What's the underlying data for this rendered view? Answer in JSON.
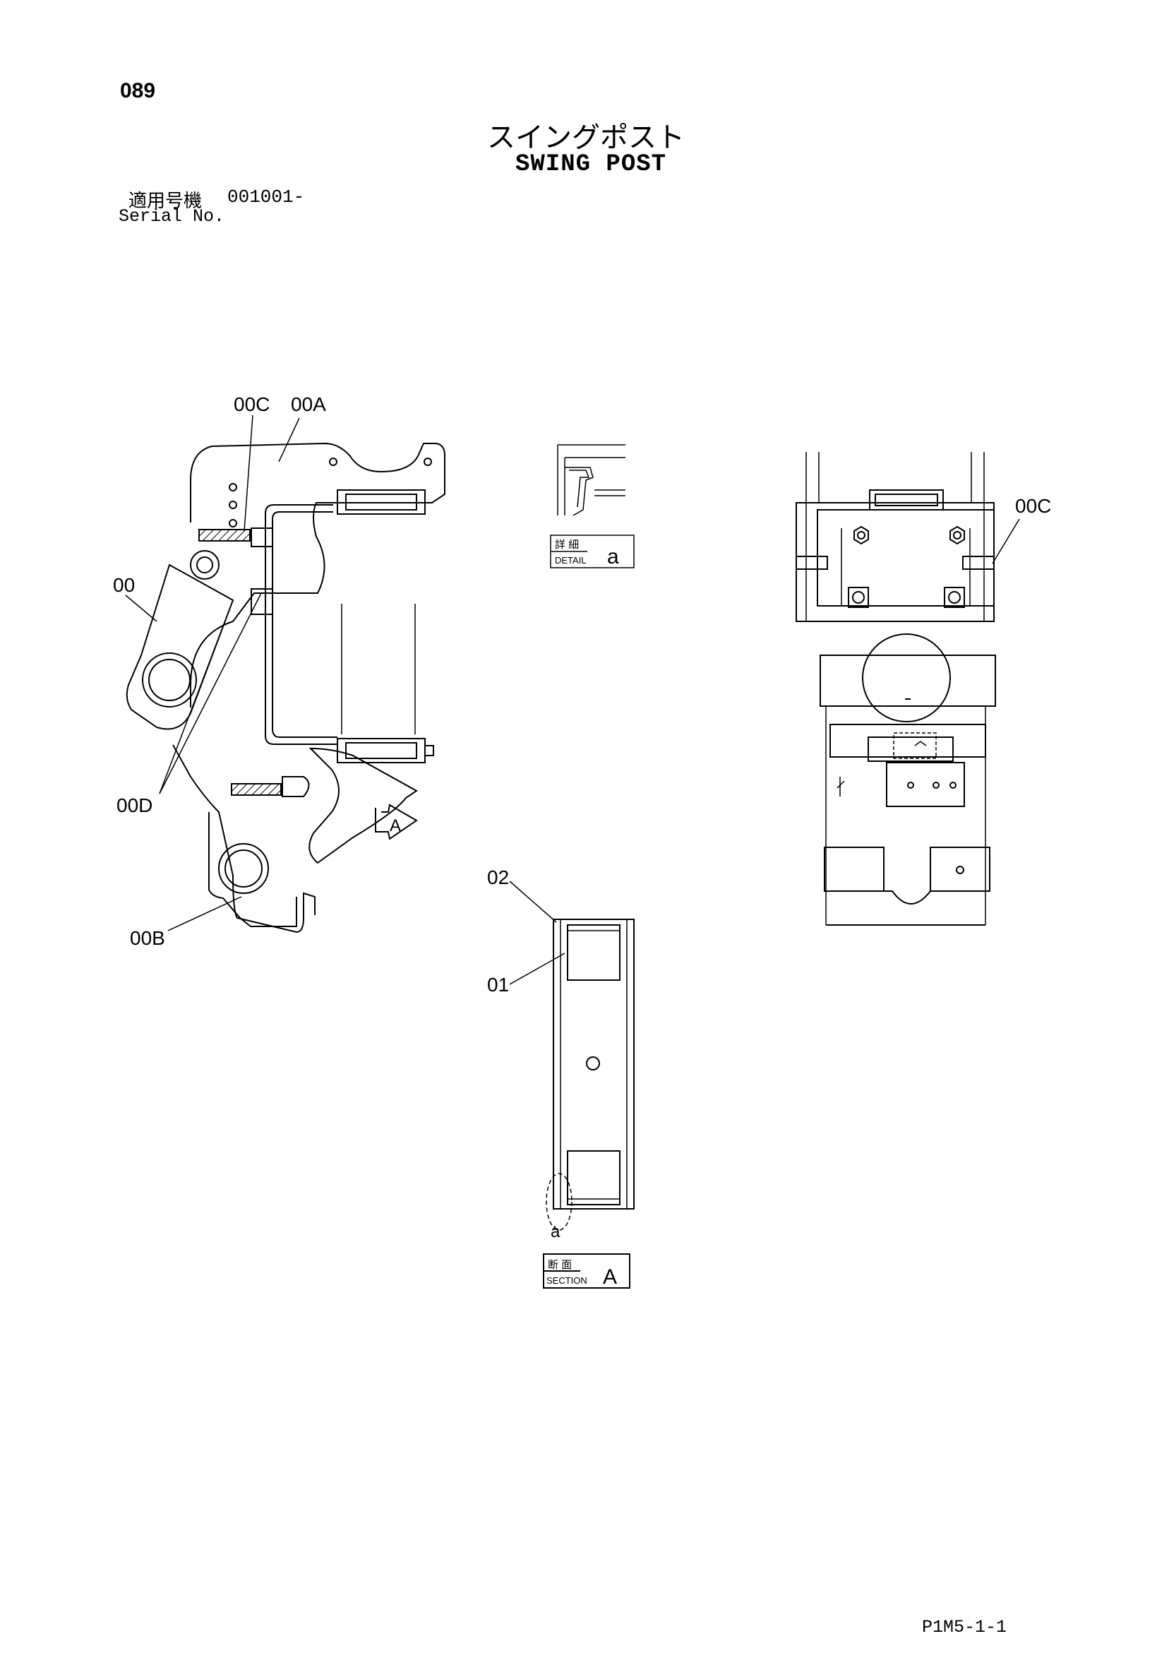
{
  "page": {
    "number": "089",
    "title_jp": "スイングポスト",
    "title_en": "SWING POST",
    "serial_label_jp": "適用号機",
    "serial_value": "001001-",
    "serial_label_en": "Serial No.",
    "footer_code": "P1M5-1-1"
  },
  "callouts": {
    "c00": "00",
    "c00A": "00A",
    "c00B": "00B",
    "c00C_left": "00C",
    "c00C_right": "00C",
    "c00D": "00D",
    "c01": "01",
    "c02": "02",
    "detail_marker": "a"
  },
  "view_marks": {
    "arrow_a": "A",
    "detail_jp": "詳 細",
    "detail_en": "DETAIL",
    "detail_letter": "a",
    "section_jp": "断 面",
    "section_en": "SECTION",
    "section_letter": "A"
  }
}
